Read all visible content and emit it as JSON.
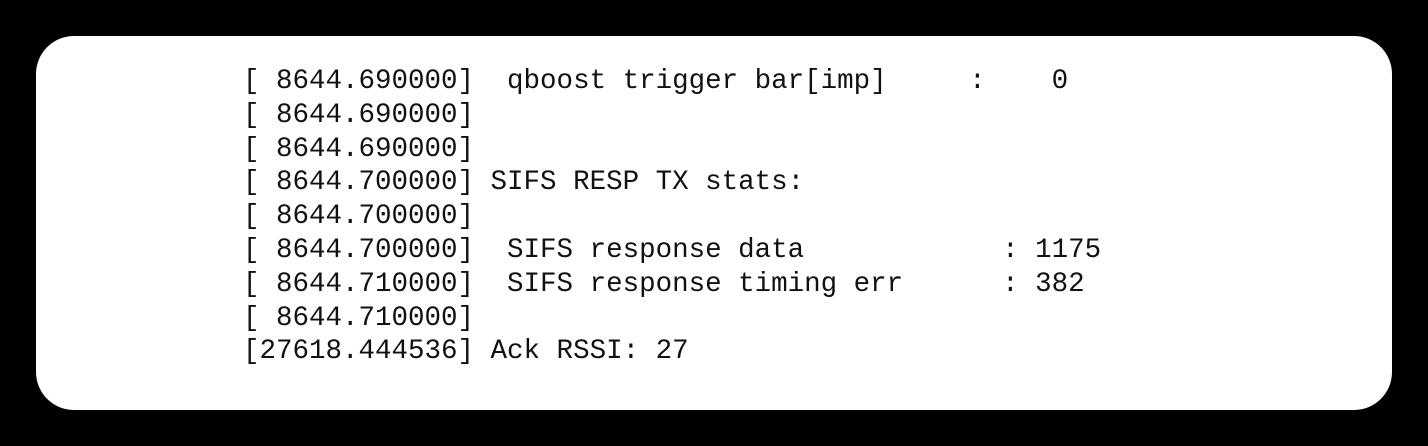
{
  "page": {
    "background_color": "#000000"
  },
  "terminal": {
    "card_background_color": "#ffffff",
    "text_color": "#111111",
    "lines": [
      {
        "timestamp": "[ 8644.690000]",
        "message": " qboost trigger bar[imp]     :    0"
      },
      {
        "timestamp": "[ 8644.690000]",
        "message": ""
      },
      {
        "timestamp": "[ 8644.690000]",
        "message": ""
      },
      {
        "timestamp": "[ 8644.700000]",
        "message": "SIFS RESP TX stats:"
      },
      {
        "timestamp": "[ 8644.700000]",
        "message": ""
      },
      {
        "timestamp": "[ 8644.700000]",
        "message": " SIFS response data            : 1175"
      },
      {
        "timestamp": "[ 8644.710000]",
        "message": " SIFS response timing err      : 382"
      },
      {
        "timestamp": "[ 8644.710000]",
        "message": ""
      },
      {
        "timestamp": "[27618.444536]",
        "message": "Ack RSSI: 27"
      }
    ]
  }
}
